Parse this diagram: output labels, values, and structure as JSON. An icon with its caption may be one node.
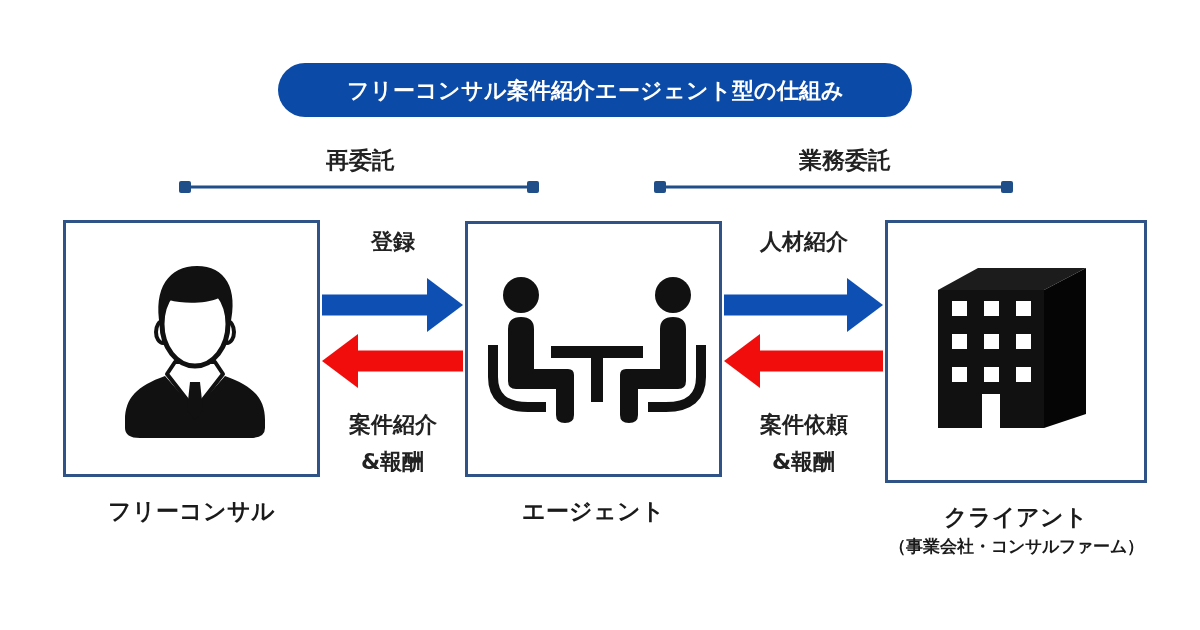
{
  "diagram": {
    "title": "フリーコンサル案件紹介エージェント型の仕組み",
    "nodes": [
      {
        "text": [
          "フリーコンサル"
        ]
      },
      {
        "text": [
          "エージェント"
        ]
      },
      {
        "text": [
          "クライアント",
          "（事業会社・コンサルファーム）"
        ]
      }
    ],
    "edges": [
      {
        "from": 0,
        "to": 1,
        "arrow": "to",
        "label": "登録",
        "color": "#0e4fb3"
      },
      {
        "from": 1,
        "to": 0,
        "arrow": "to",
        "label": "案件紹介&報酬",
        "color": "#f20d0d"
      },
      {
        "from": 1,
        "to": 2,
        "arrow": "to",
        "label": "人材紹介",
        "color": "#0e4fb3"
      },
      {
        "from": 2,
        "to": 1,
        "arrow": "to",
        "label": "案件依頼&報酬",
        "color": "#f20d0d"
      }
    ],
    "labels": [
      "再委託",
      "業務委託"
    ]
  }
}
